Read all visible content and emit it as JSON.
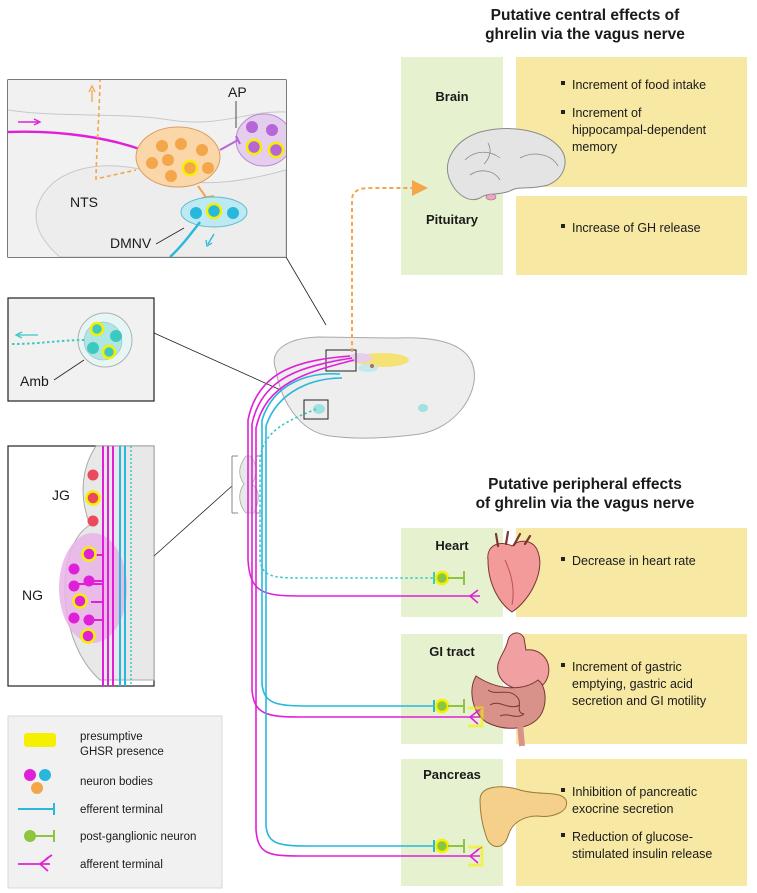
{
  "central_title": [
    "Putative central effects of",
    "ghrelin via the vagus nerve"
  ],
  "peripheral_title": [
    "Putative peripheral effects",
    "of ghrelin via the vagus nerve"
  ],
  "central_organs": {
    "brain": "Brain",
    "pituitary": "Pituitary"
  },
  "central_effects": {
    "brain": [
      "Increment of food intake",
      "Increment of",
      "hippocampal-dependent",
      "memory"
    ],
    "pituitary": [
      "Increase of GH release"
    ]
  },
  "peripheral_organs": {
    "heart": "Heart",
    "gi": "GI tract",
    "pancreas": "Pancreas"
  },
  "peripheral_effects": {
    "heart": [
      "Decrease in heart rate"
    ],
    "gi": [
      "Increment of gastric",
      "emptying, gastric acid",
      "secretion and GI motility"
    ],
    "pancreas": [
      "Inhibition of pancreatic",
      "exocrine secretion",
      "Reduction of glucose-",
      "stimulated insulin release"
    ]
  },
  "inset_labels": {
    "ap": "AP",
    "nts": "NTS",
    "dmnv": "DMNV",
    "amb": "Amb",
    "jg": "JG",
    "ng": "NG"
  },
  "legend": {
    "ghsr": [
      "presumptive",
      "GHSR presence"
    ],
    "neuron_bodies": "neuron bodies",
    "efferent": "efferent terminal",
    "post_ganglionic": "post-ganglionic neuron",
    "afferent": "afferent terminal"
  },
  "colors": {
    "afferent_magenta": "#e020d8",
    "efferent_cyan": "#27b8dc",
    "ghsr_yellow": "#f4f000",
    "orange": "#f3a64a",
    "purple": "#b766d8",
    "organ_box_green": "#e6f2cf",
    "effect_box_yellow": "#f7e9a4",
    "neuron_green": "#8cc63f",
    "teal": "#3cc9c0"
  }
}
